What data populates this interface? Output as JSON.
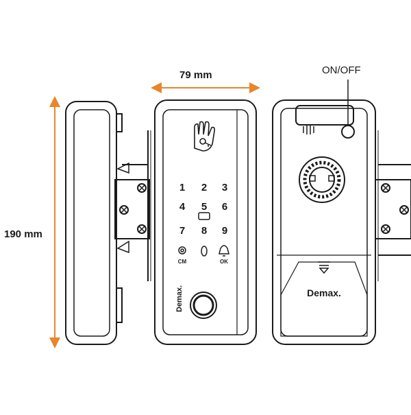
{
  "dimensions": {
    "width_label": "79 mm",
    "height_label": "190 mm"
  },
  "callouts": {
    "power_switch": "ON/OFF"
  },
  "keypad": {
    "keys": [
      "1",
      "2",
      "3",
      "4",
      "5",
      "6",
      "7",
      "8",
      "9"
    ],
    "cm_label": "CM",
    "ok_label": "OK"
  },
  "brand": {
    "front_logo": "Demax.",
    "back_logo": "Demax."
  },
  "colors": {
    "dimension_line": "#e8862a",
    "outline": "#1a1a1a"
  }
}
